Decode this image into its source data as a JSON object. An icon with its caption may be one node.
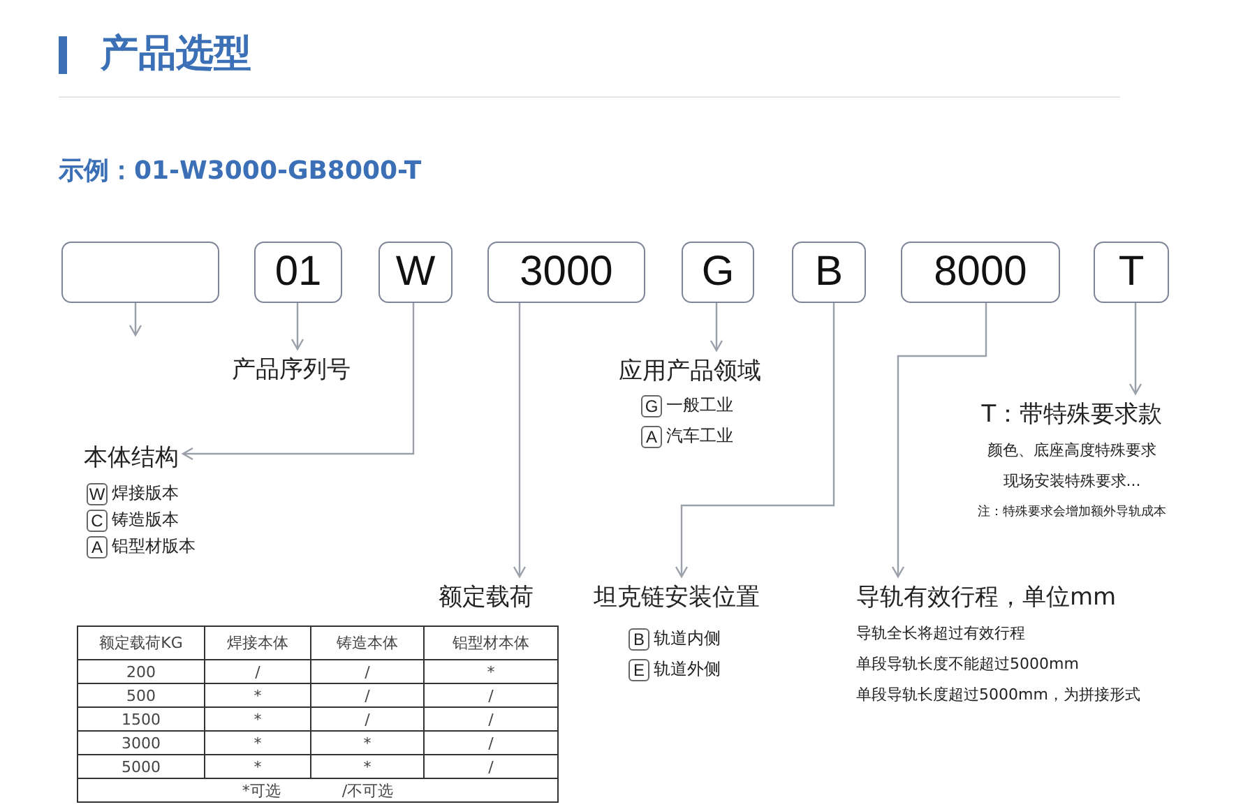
{
  "diagram": {
    "title": "产品选型",
    "nodes": [
      {
        "text": [],
        "shape": "box"
      },
      {
        "text": [
          "01"
        ]
      },
      {
        "text": [
          "W"
        ]
      },
      {
        "text": [
          "3000"
        ]
      },
      {
        "text": [
          "G"
        ]
      },
      {
        "text": [
          "B"
        ]
      },
      {
        "text": [
          "8000"
        ]
      },
      {
        "text": [
          "T"
        ]
      },
      {
        "text": [
          "产品序列号"
        ]
      },
      {
        "text": [
          "本体结构"
        ]
      },
      {
        "text": [
          "W"
        ],
        "beside": [
          "焊接版本"
        ]
      },
      {
        "text": [
          "C"
        ],
        "beside": [
          "铸造版本"
        ]
      },
      {
        "text": [
          "A"
        ],
        "beside": [
          "铝型材版本"
        ]
      },
      {
        "text": [
          "额定载荷"
        ]
      },
      {
        "text": [
          "应用产品领域"
        ]
      },
      {
        "text": [
          "G"
        ],
        "beside": [
          "一般工业"
        ]
      },
      {
        "text": [
          "A"
        ],
        "beside": [
          "汽车工业"
        ]
      },
      {
        "text": [
          "坦克链安装位置"
        ]
      },
      {
        "text": [
          "B"
        ],
        "beside": [
          "轨道内侧"
        ]
      },
      {
        "text": [
          "E"
        ],
        "beside": [
          "轨道外侧"
        ]
      },
      {
        "text": [
          "导轨有效行程，单位mm"
        ],
        "beside": [
          "导轨全长将超过有效行程",
          "单段导轨长度不能超过5000mm",
          "单段导轨长度超过5000mm，为拼接形式"
        ]
      },
      {
        "text": [
          "T：带特殊要求款"
        ],
        "beside": [
          "颜色、底座高度特殊要求",
          "现场安装特殊要求...",
          "注：特殊要求会增加额外导轨成本"
        ]
      }
    ],
    "edges": [
      {
        "from": 0,
        "to": null,
        "arrow": "to"
      },
      {
        "from": 1,
        "to": 8,
        "arrow": "to"
      },
      {
        "from": 2,
        "to": 9,
        "arrow": "to"
      },
      {
        "from": 3,
        "to": 13,
        "arrow": "to"
      },
      {
        "from": 4,
        "to": 14,
        "arrow": "to"
      },
      {
        "from": 5,
        "to": 17,
        "arrow": "to"
      },
      {
        "from": 6,
        "to": 20,
        "arrow": "to"
      },
      {
        "from": 7,
        "to": 21,
        "arrow": "to"
      }
    ],
    "labels": [
      "示例：01-W3000-GB8000-T",
      "额定载荷KG",
      "焊接本体",
      "铸造本体",
      "铝型材本体",
      "200",
      "/",
      "/",
      "*",
      "500",
      "*",
      "/",
      "/",
      "1500",
      "*",
      "/",
      "/",
      "3000",
      "*",
      "*",
      "/",
      "5000",
      "*",
      "*",
      "/",
      "*可选",
      "/不可选"
    ]
  }
}
